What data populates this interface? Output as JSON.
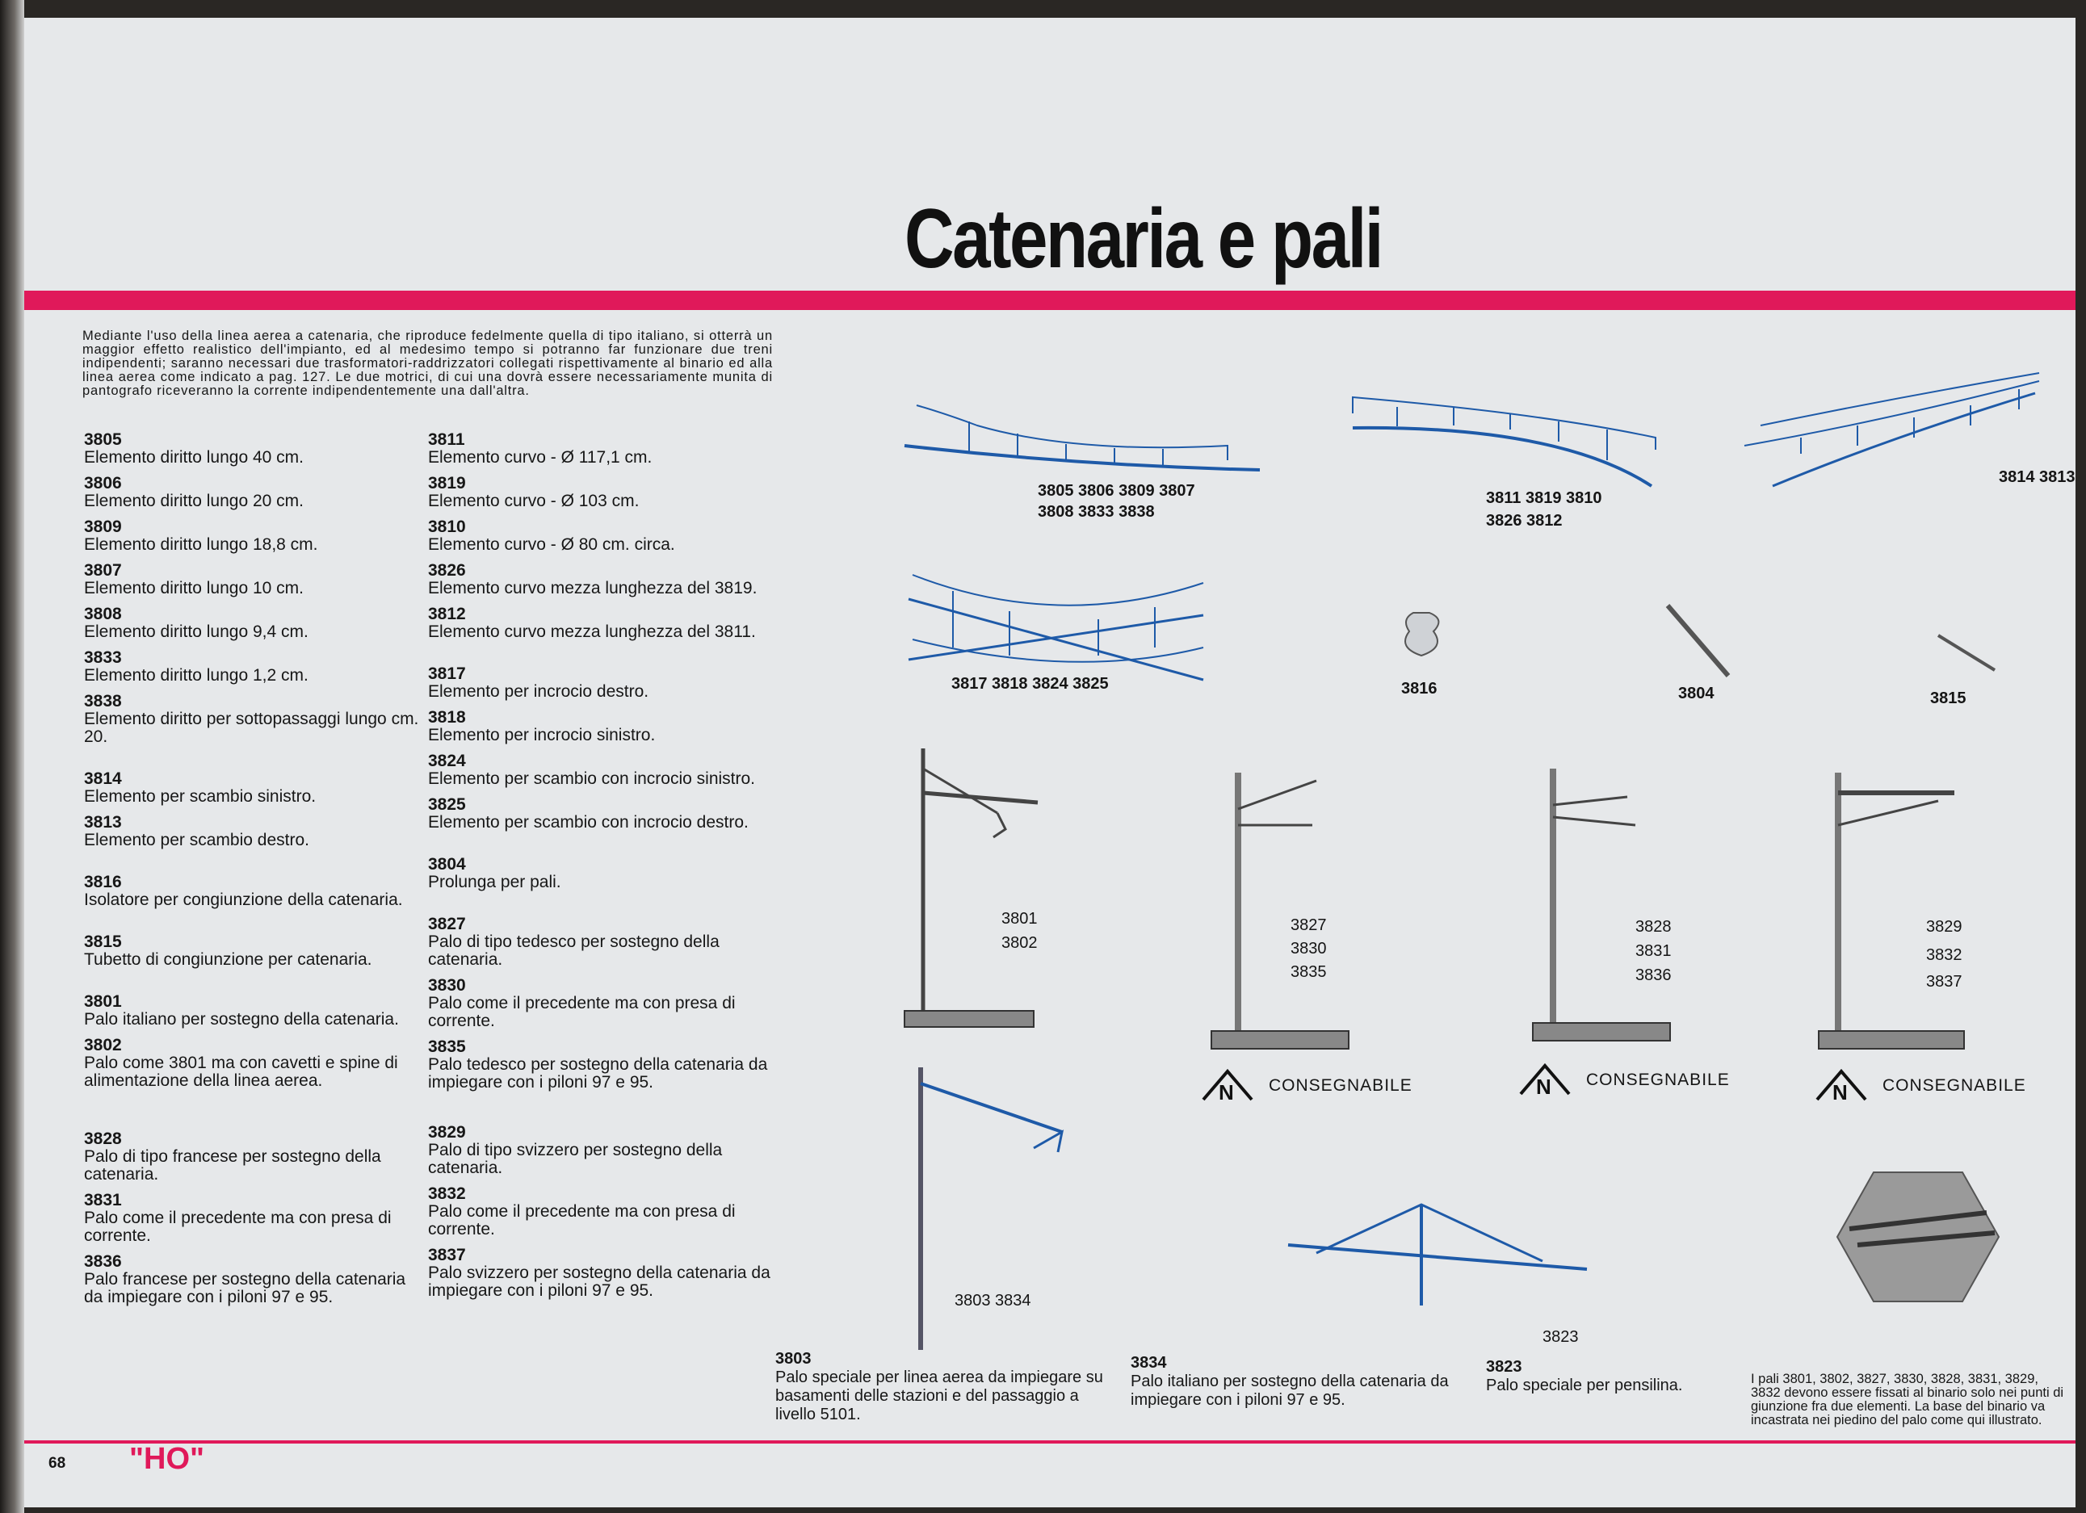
{
  "page": {
    "title": "Catenaria e pali",
    "number": "68",
    "gauge_label": "\"HO\"",
    "intro": "Mediante l'uso della linea aerea a catenaria, che riproduce fedelmente quella di tipo italiano, si otterrà un maggior effetto realistico dell'impianto, ed al medesimo tempo si potranno far funzionare due treni indipendenti; saranno necessari due trasformatori-raddrizzatori collegati rispettivamente al binario ed alla linea aerea come indicato a pag. 127. Le due motrici, di cui una dovrà essere necessariamente munita di pantografo riceveranno la corrente indipendentemente una dall'altra."
  },
  "col1": [
    {
      "code": "3805",
      "desc": "Elemento diritto lungo 40 cm."
    },
    {
      "code": "3806",
      "desc": "Elemento diritto lungo 20 cm."
    },
    {
      "code": "3809",
      "desc": "Elemento diritto lungo 18,8 cm."
    },
    {
      "code": "3807",
      "desc": "Elemento diritto lungo 10 cm."
    },
    {
      "code": "3808",
      "desc": "Elemento diritto lungo 9,4 cm."
    },
    {
      "code": "3833",
      "desc": "Elemento diritto lungo 1,2 cm."
    },
    {
      "code": "3838",
      "desc": "Elemento diritto per sottopassaggi lungo cm. 20."
    },
    {
      "code": "3814",
      "desc": "Elemento per scambio sinistro."
    },
    {
      "code": "3813",
      "desc": "Elemento per scambio destro."
    },
    {
      "code": "3816",
      "desc": "Isolatore per congiunzione della catenaria."
    },
    {
      "code": "3815",
      "desc": "Tubetto di congiunzione per catenaria."
    },
    {
      "code": "3801",
      "desc": "Palo italiano per sostegno della catenaria."
    },
    {
      "code": "3802",
      "desc": "Palo come 3801 ma con cavetti e spine di alimentazione della linea aerea."
    },
    {
      "code": "3828",
      "desc": "Palo di tipo francese per sostegno della catenaria."
    },
    {
      "code": "3831",
      "desc": "Palo come il precedente ma con presa di corrente."
    },
    {
      "code": "3836",
      "desc": "Palo francese per sostegno della catenaria da impiegare con i piloni 97 e 95."
    }
  ],
  "col2": [
    {
      "code": "3811",
      "desc": "Elemento curvo - Ø 117,1 cm."
    },
    {
      "code": "3819",
      "desc": "Elemento curvo - Ø 103 cm."
    },
    {
      "code": "3810",
      "desc": "Elemento curvo - Ø 80 cm. circa."
    },
    {
      "code": "3826",
      "desc": "Elemento curvo mezza lunghezza del 3819."
    },
    {
      "code": "3812",
      "desc": "Elemento curvo mezza lunghezza del 3811."
    },
    {
      "code": "3817",
      "desc": "Elemento per incrocio destro."
    },
    {
      "code": "3818",
      "desc": "Elemento per incrocio sinistro."
    },
    {
      "code": "3824",
      "desc": "Elemento per scambio con incrocio sinistro."
    },
    {
      "code": "3825",
      "desc": "Elemento per scambio con incrocio destro."
    },
    {
      "code": "3804",
      "desc": "Prolunga per pali."
    },
    {
      "code": "3827",
      "desc": "Palo di tipo tedesco per sostegno della catenaria."
    },
    {
      "code": "3830",
      "desc": "Palo come il precedente ma con presa di corrente."
    },
    {
      "code": "3835",
      "desc": "Palo tedesco per sostegno della catenaria da impiegare con i piloni 97 e 95."
    },
    {
      "code": "3829",
      "desc": "Palo di tipo svizzero per sostegno della catenaria."
    },
    {
      "code": "3832",
      "desc": "Palo come il precedente ma con presa di corrente."
    },
    {
      "code": "3837",
      "desc": "Palo svizzero per sostegno della catenaria da impiegare con i piloni 97 e 95."
    }
  ],
  "captions": {
    "c3803": {
      "code": "3803",
      "desc": "Palo speciale per linea aerea da impiegare su basamenti delle stazioni e del passaggio a livello 5101."
    },
    "c3834": {
      "code": "3834",
      "desc": "Palo italiano per sostegno della catenaria da impiegare con i piloni 97 e 95."
    },
    "c3823": {
      "code": "3823",
      "desc": "Palo speciale per pensilina."
    },
    "note": "I pali 3801, 3802, 3827, 3830, 3828, 3831, 3829, 3832 devono essere fissati al binario solo nei punti di giunzione fra due elementi. La base del binario va incastrata nei piedino del palo come qui illustrato."
  },
  "labels": {
    "l1a": "3805   3806   3809   3807",
    "l1b": "3808   3833   3838",
    "l2a": "3811   3819   3810",
    "l2b": "3826   3812",
    "l3": "3814   3813",
    "l4": "3817   3818   3824   3825",
    "l5": "3816",
    "l6": "3804",
    "l7": "3815",
    "p1a": "3801",
    "p1b": "3802",
    "p2a": "3827",
    "p2b": "3830",
    "p2c": "3835",
    "p3a": "3828",
    "p3b": "3831",
    "p3c": "3836",
    "p4a": "3829",
    "p4b": "3832",
    "p4c": "3837",
    "p5": "3803   3834",
    "p6": "3823"
  },
  "badge_text": "CONSEGNABILE",
  "badge_mark": "N",
  "colors": {
    "accent": "#e0195a",
    "line": "#1e5aa8",
    "paper": "#e6e8ea"
  }
}
